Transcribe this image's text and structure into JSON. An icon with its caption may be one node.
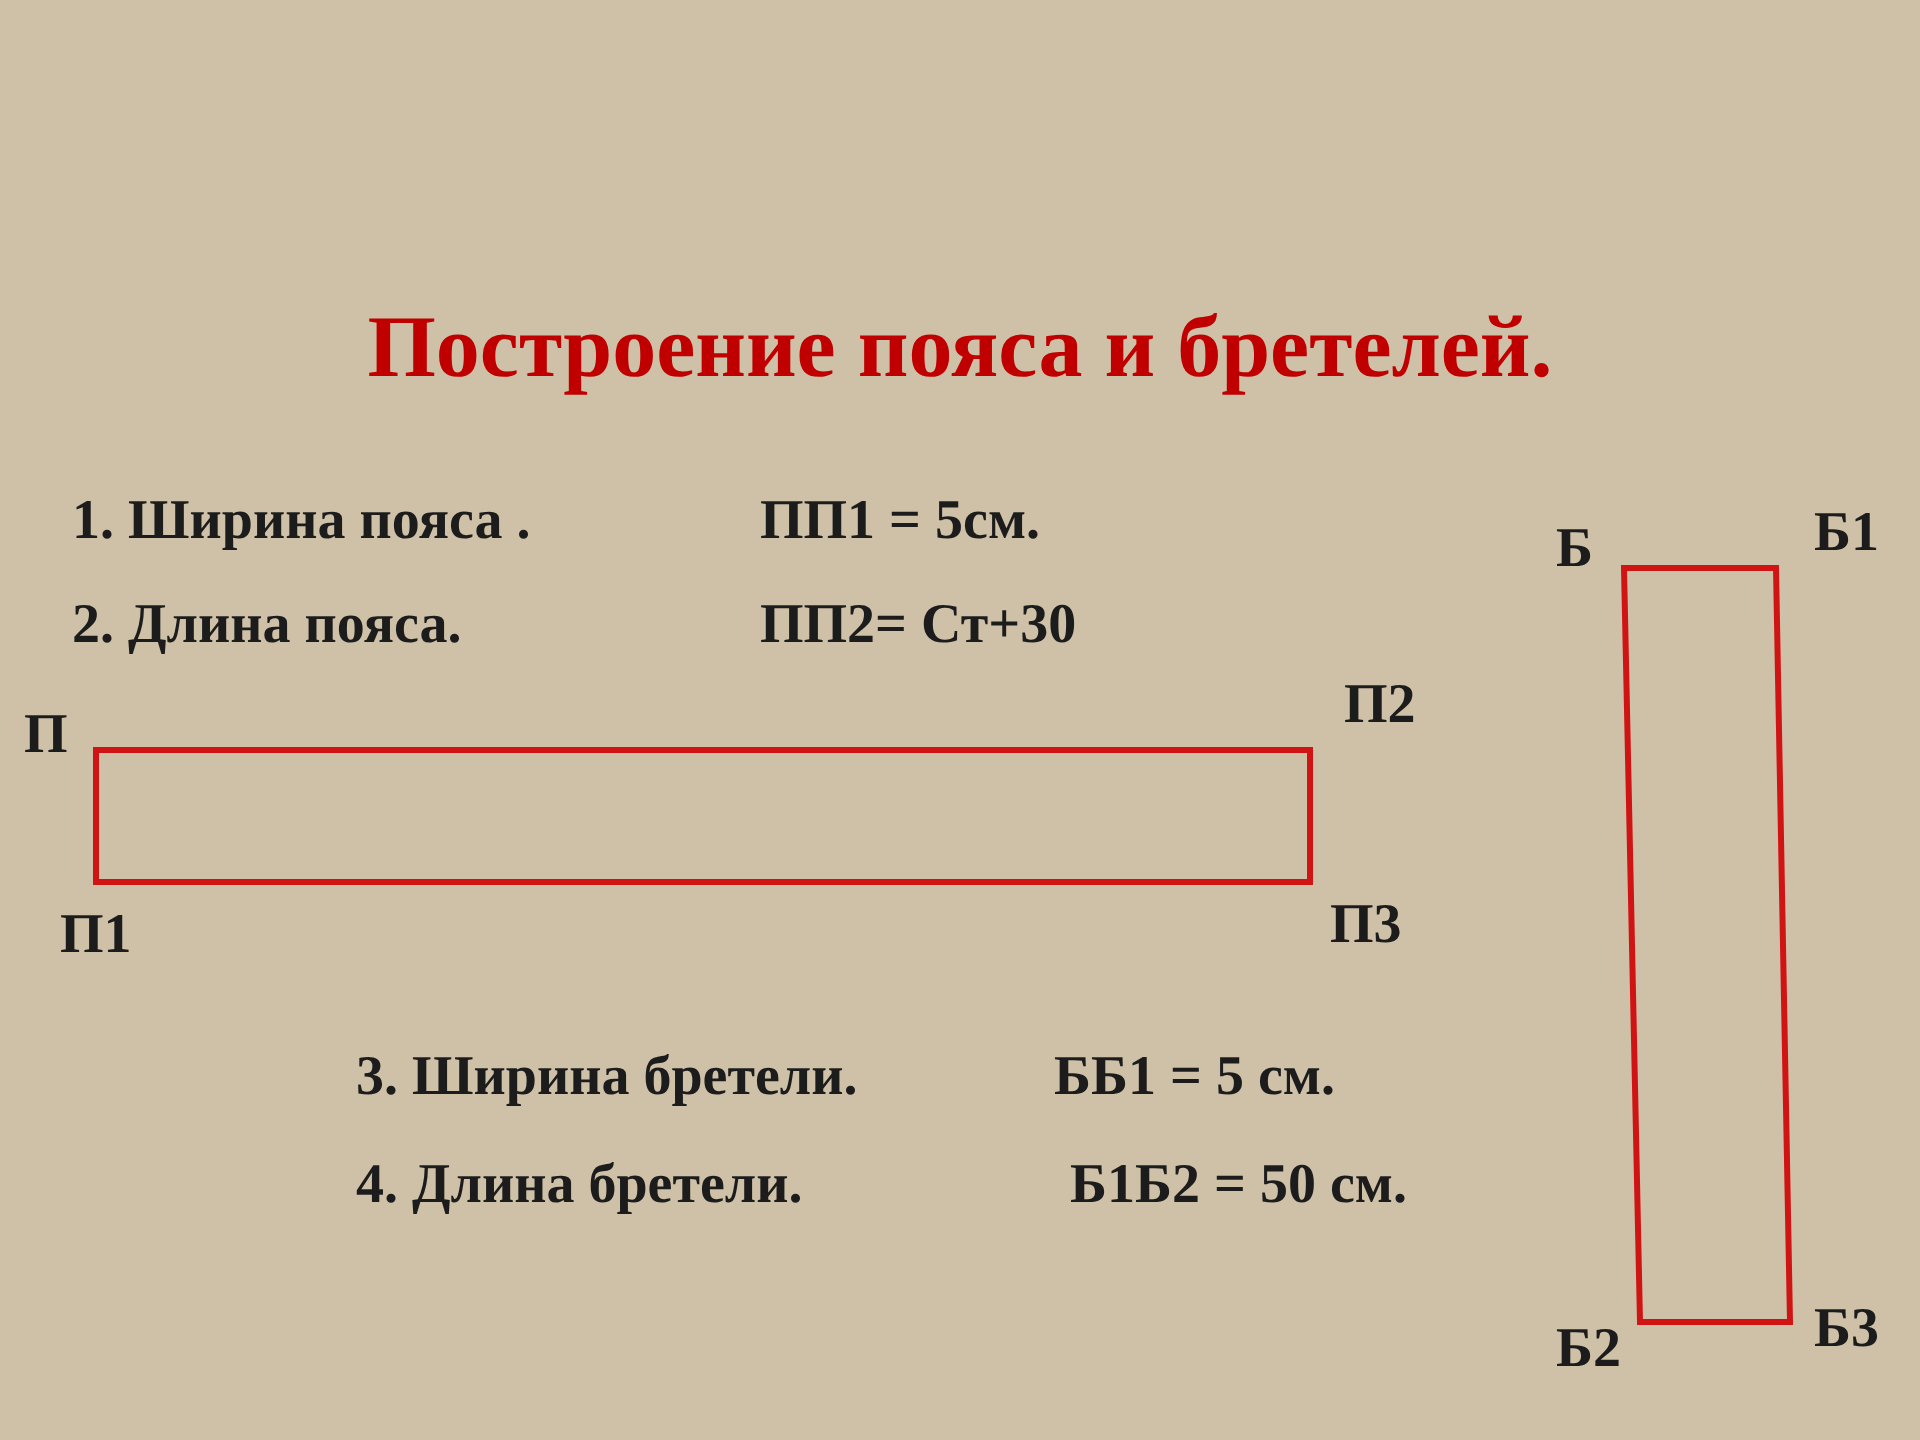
{
  "diagram": {
    "title": "Построение пояса и бретелей.",
    "labels": [
      "1. Ширина пояса .",
      "ПП1 = 5см.",
      "Б",
      "Б1",
      "2. Длина пояса.",
      "ПП2= Ст+30",
      "П",
      "П2",
      "П1",
      "П3",
      "3. Ширина бретели.",
      "ББ1 = 5 см.",
      "4. Длина бретели.",
      "Б1Б2 = 50 см.",
      "Б2",
      "Б3"
    ]
  }
}
